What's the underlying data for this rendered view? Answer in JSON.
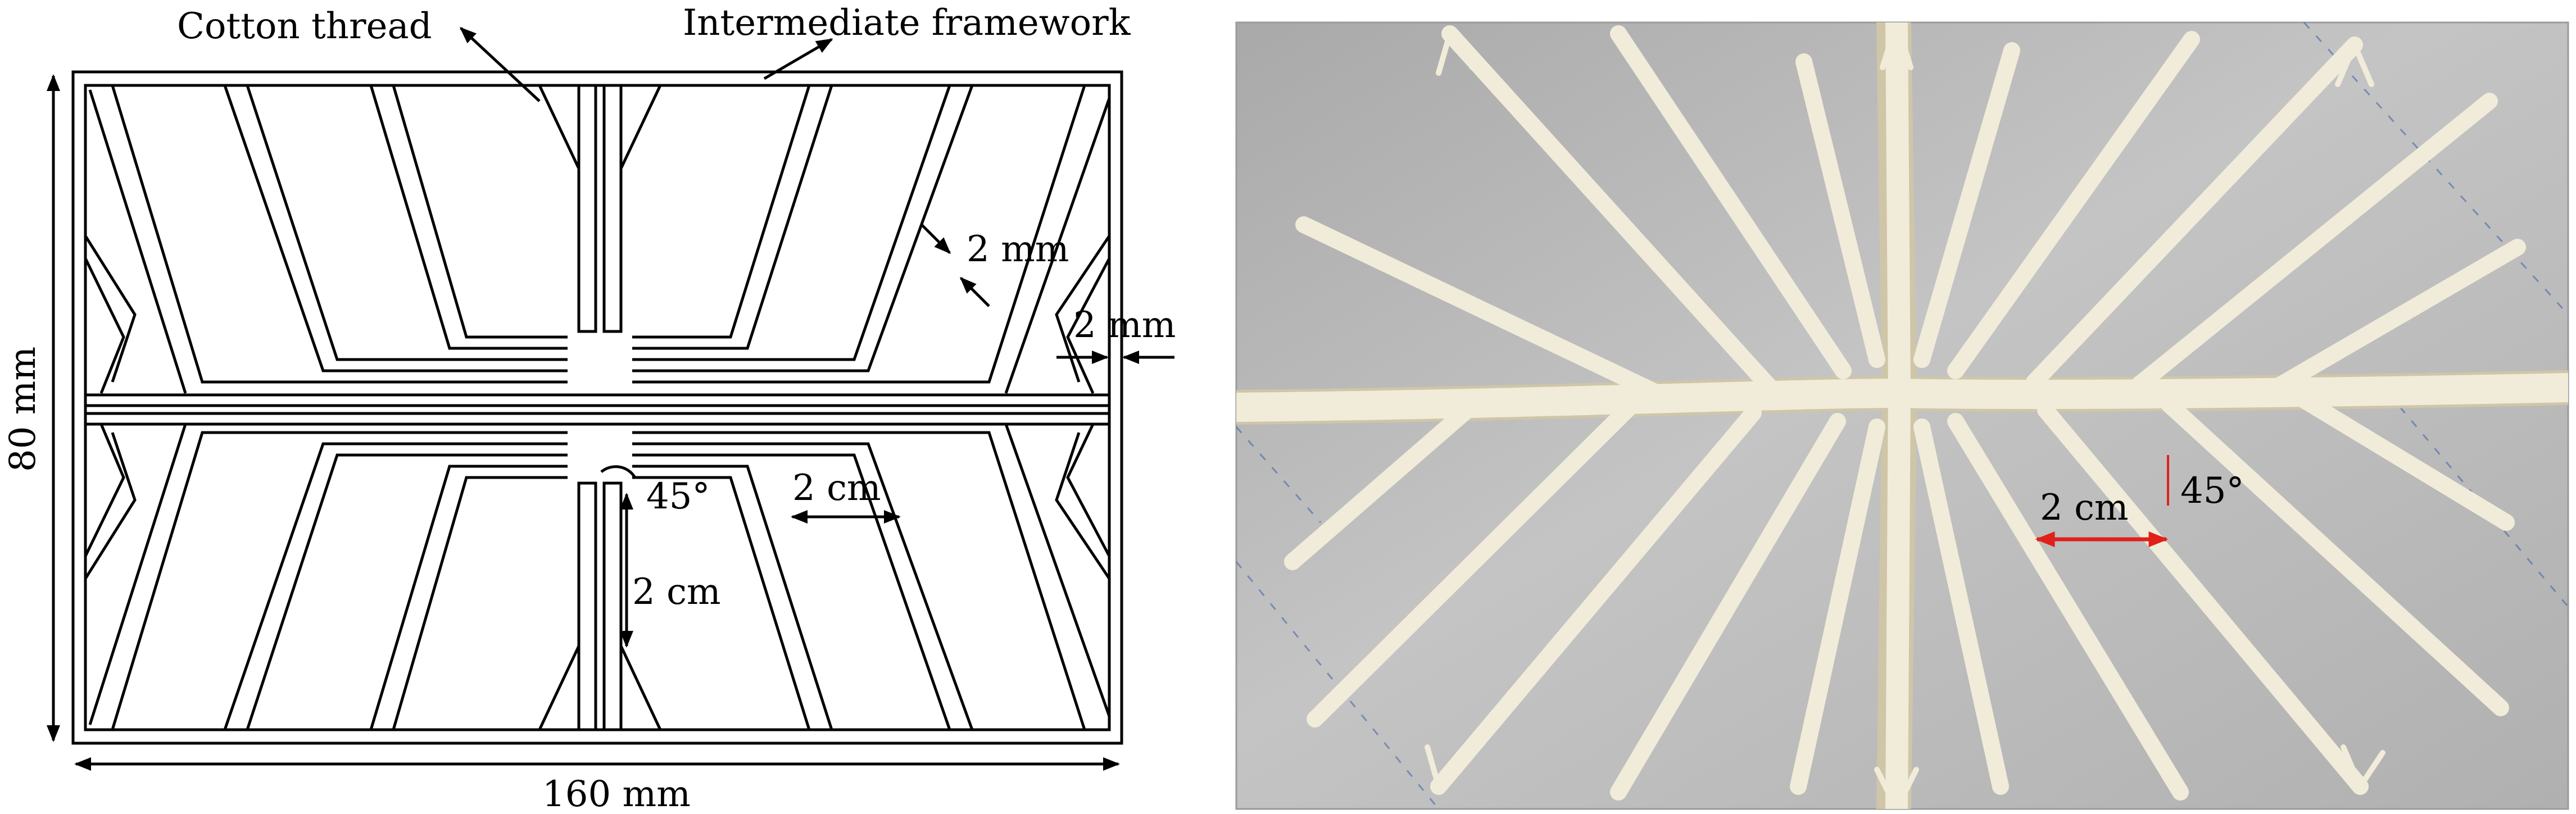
{
  "diagram": {
    "labels": {
      "cotton_thread": "Cotton thread",
      "intermediate_framework": "Intermediate framework",
      "dim_2mm_inner": "2 mm",
      "dim_2mm_outer": "2 mm",
      "angle_left": "45°",
      "spacing_horizontal": "2 cm",
      "spacing_vertical": "2 cm",
      "height": "80 mm",
      "width": "160 mm"
    }
  },
  "photo": {
    "labels": {
      "spacing": "2 cm",
      "angle": "45°"
    }
  },
  "colors": {
    "line": "#000000",
    "plate": "#b8b8b8",
    "plate_edge": "#9a9a9a",
    "thread": "#f1ecd9",
    "thread_shadow": "#cfc6a8",
    "arrow_red": "#e0201a",
    "guide_blue": "#3a5fa8"
  }
}
